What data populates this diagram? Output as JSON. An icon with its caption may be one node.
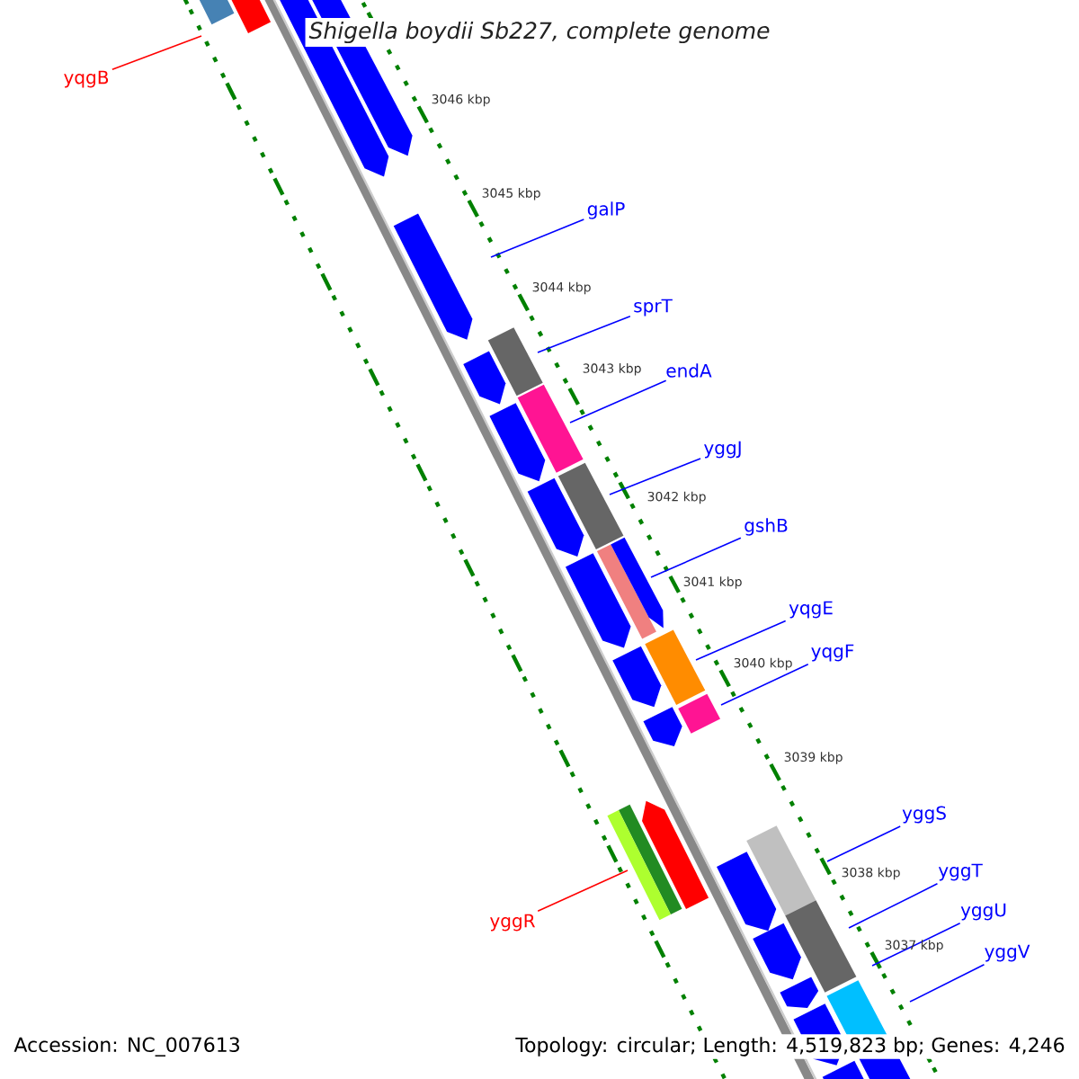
{
  "diagram": {
    "title": "*Shigella boydii* *Sb227, complete genome*",
    "nodes": [
      {
        "text": [
          "yqgB"
        ]
      },
      {
        "text": [
          "galP"
        ]
      },
      {
        "text": [
          "sprT"
        ]
      },
      {
        "text": [
          "endA"
        ]
      },
      {
        "text": [
          "yggJ"
        ]
      },
      {
        "text": [
          "gshB"
        ]
      },
      {
        "text": [
          "yqgE"
        ]
      },
      {
        "text": [
          "yqgF"
        ]
      },
      {
        "text": [
          "yggS"
        ]
      },
      {
        "text": [
          "yggT"
        ]
      },
      {
        "text": [
          "yggU"
        ]
      },
      {
        "text": [
          "yggV"
        ]
      },
      {
        "text": [
          "yggR"
        ]
      }
    ],
    "edges": [
      {
        "from": 0,
        "to": null,
        "arrow": "none",
        "color": "#ff0000"
      },
      {
        "from": 1,
        "to": null,
        "arrow": "none"
      },
      {
        "from": 2,
        "to": null,
        "arrow": "none"
      },
      {
        "from": 3,
        "to": null,
        "arrow": "none"
      },
      {
        "from": 4,
        "to": null,
        "arrow": "none"
      },
      {
        "from": 5,
        "to": null,
        "arrow": "none"
      },
      {
        "from": 6,
        "to": null,
        "arrow": "none"
      },
      {
        "from": 7,
        "to": null,
        "arrow": "none"
      },
      {
        "from": 8,
        "to": null,
        "arrow": "none"
      },
      {
        "from": 9,
        "to": null,
        "arrow": "none"
      },
      {
        "from": 10,
        "to": null,
        "arrow": "none"
      },
      {
        "from": 11,
        "to": null,
        "arrow": "none"
      },
      {
        "from": 12,
        "to": null,
        "arrow": "none",
        "color": "#ff0000"
      }
    ],
    "labels": [
      "3046 kbp",
      "3045 kbp",
      "3044 kbp",
      "3043 kbp",
      "3042 kbp",
      "3041 kbp",
      "3040 kbp",
      "3039 kbp",
      "3038 kbp",
      "3037 kbp",
      "Accession: NC_007613",
      "Topology: circular; Length: 4,519,823 bp; Genes: 4,246"
    ]
  }
}
